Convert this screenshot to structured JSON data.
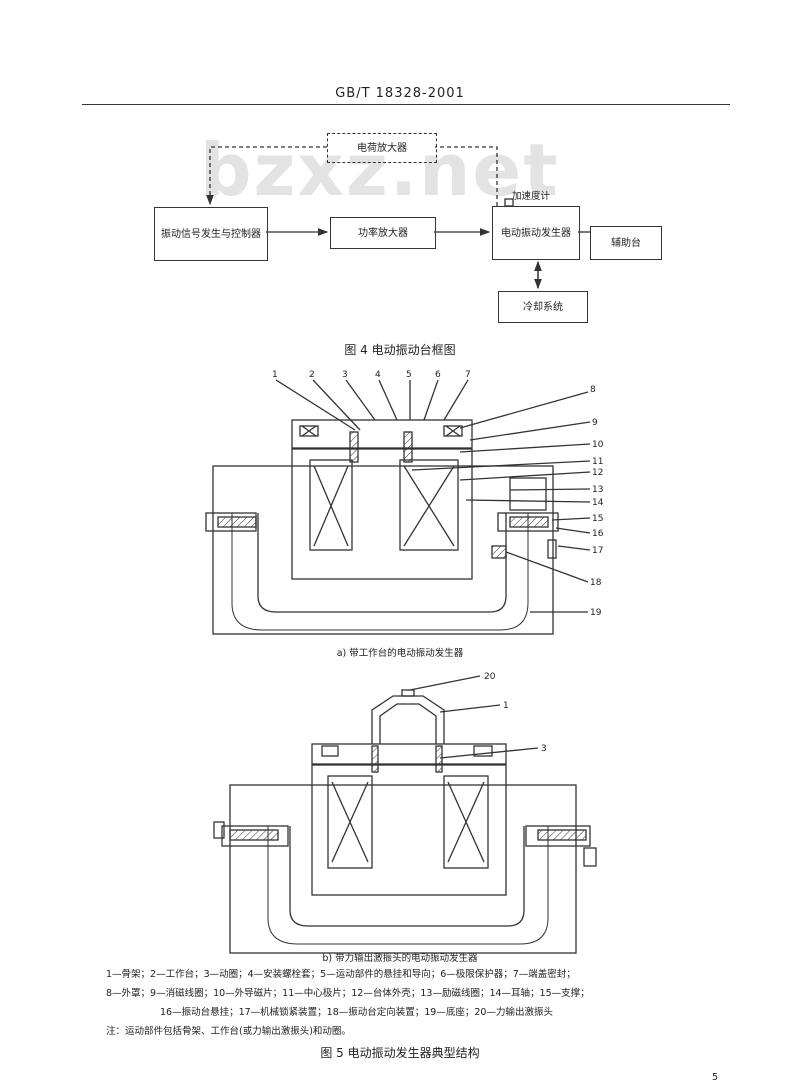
{
  "header": {
    "standard": "GB/T 18328-2001"
  },
  "watermark": "bzxz.net",
  "fig4": {
    "boxes": {
      "charge_amp": "电荷放大器",
      "signal_gen": "振动信号发生与控制器",
      "power_amp": "功率放大器",
      "shaker": "电动振动发生器",
      "aux_table": "辅助台",
      "cooling": "冷却系统"
    },
    "accelerometer_label": "加速度计",
    "caption": "图 4  电动振动台框图"
  },
  "fig5a": {
    "numbers": [
      "1",
      "2",
      "3",
      "4",
      "5",
      "6",
      "7",
      "8",
      "9",
      "10",
      "11",
      "12",
      "13",
      "14",
      "15",
      "16",
      "17",
      "18",
      "19"
    ],
    "caption": "a) 带工作台的电动振动发生器"
  },
  "fig5b": {
    "numbers": [
      "20",
      "1",
      "3"
    ],
    "caption": "b) 带力输出激振头的电动振动发生器"
  },
  "legend": {
    "line1": "1—骨架；2—工作台；3—动圈；4—安装螺栓套；5—运动部件的悬挂和导向；6—极限保护器；7—端盖密封；",
    "line2": "8—外罩；9—消磁线圈；10—外导磁片；11—中心极片；12—台体外壳；13—励磁线圈；14—耳轴；15—支撑；",
    "line3": "16—振动台悬挂；17—机械锁紧装置；18—振动台定向装置；19—底座；20—力输出激振头",
    "note": "注：运动部件包括骨架、工作台(或力输出激振头)和动圈。"
  },
  "fig5_caption": "图 5  电动振动发生器典型结构",
  "page_number": "5"
}
